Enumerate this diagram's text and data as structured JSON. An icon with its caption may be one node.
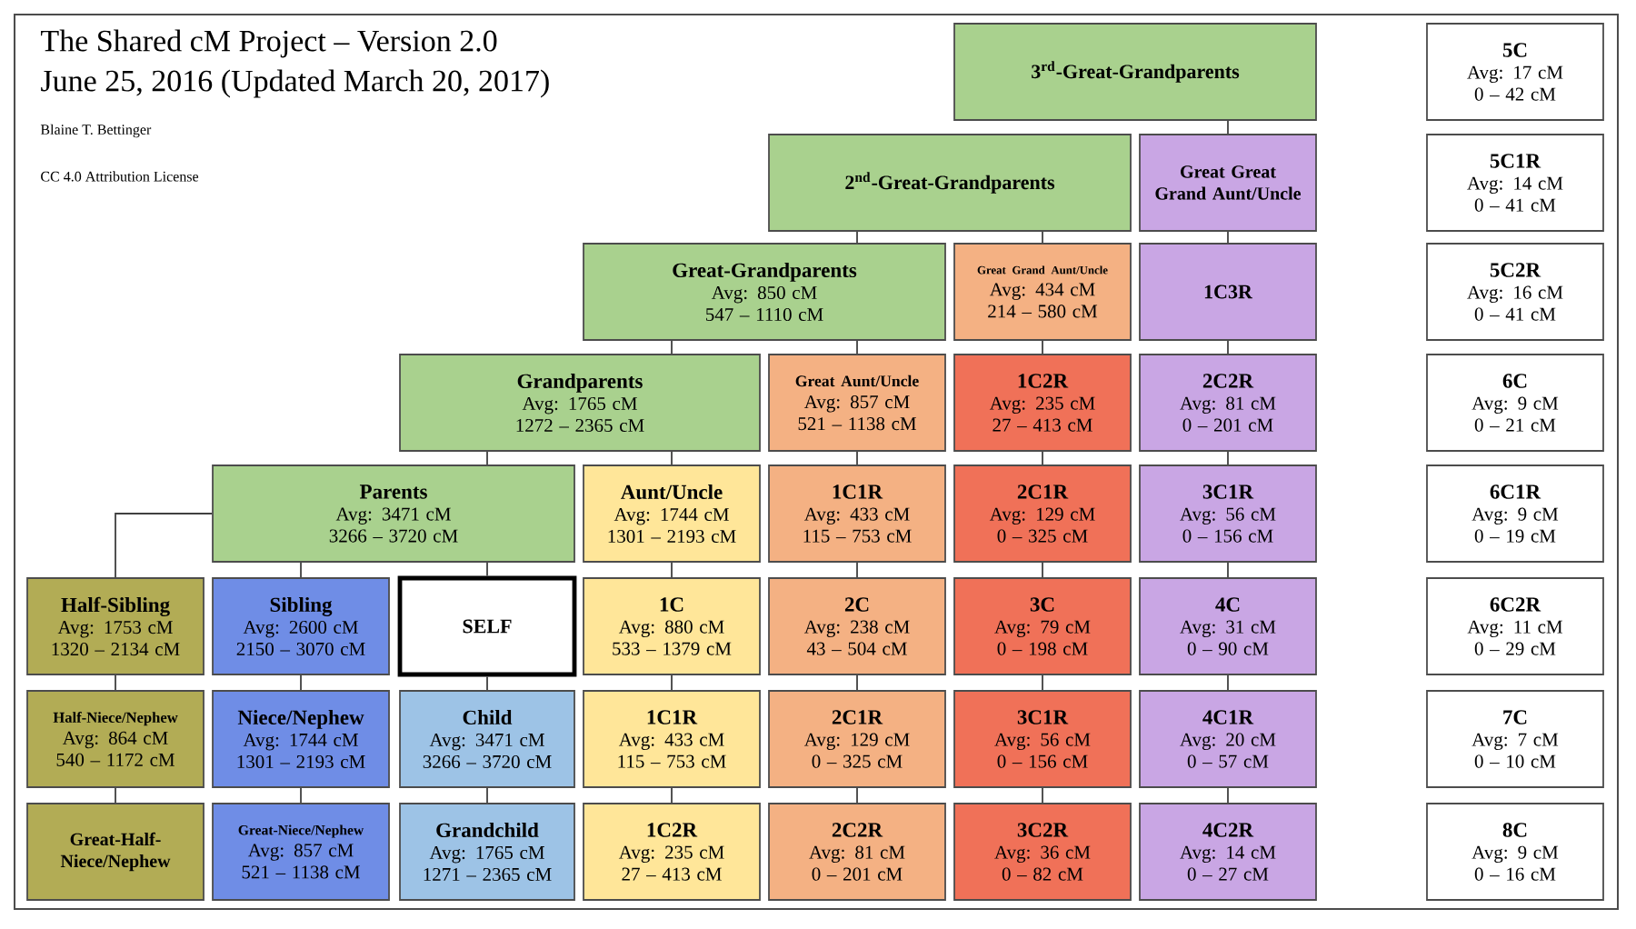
{
  "diagram": {
    "title": "The Shared cM Project – Version 2.0",
    "nodes": [
      {
        "text": [
          "3$^{rd}$-Great-Grandparents"
        ]
      },
      {
        "text": [
          "2$^{nd}$-Great-Grandparents"
        ]
      },
      {
        "text": [
          "Great Great Grand Aunt/Uncle"
        ]
      },
      {
        "text": [
          "Great-Grandparents",
          "Avg: 850 cM",
          "547 – 1110 cM"
        ]
      },
      {
        "text": [
          "Great Grand Aunt/Uncle",
          "Avg: 434 cM",
          "214 – 580 cM"
        ]
      },
      {
        "text": [
          "1C3R"
        ]
      },
      {
        "text": [
          "Grandparents",
          "Avg: 1765 cM",
          "1272 – 2365 cM"
        ]
      },
      {
        "text": [
          "Great Aunt/Uncle",
          "Avg: 857 cM",
          "521 – 1138 cM"
        ]
      },
      {
        "text": [
          "1C2R",
          "Avg: 235 cM",
          "27 – 413 cM"
        ]
      },
      {
        "text": [
          "2C2R",
          "Avg: 81 cM",
          "0 – 201 cM"
        ]
      },
      {
        "text": [
          "Parents",
          "Avg: 3471 cM",
          "3266 – 3720 cM"
        ]
      },
      {
        "text": [
          "Aunt/Uncle",
          "Avg: 1744 cM",
          "1301 – 2193 cM"
        ]
      },
      {
        "text": [
          "1C1R",
          "Avg: 433 cM",
          "115 – 753 cM"
        ]
      },
      {
        "text": [
          "2C1R",
          "Avg: 129 cM",
          "0 – 325 cM"
        ]
      },
      {
        "text": [
          "3C1R",
          "Avg: 56 cM",
          "0 – 156 cM"
        ]
      },
      {
        "text": [
          "Half-Sibling",
          "Avg: 1753 cM",
          "1320 – 2134 cM"
        ]
      },
      {
        "text": [
          "Sibling",
          "Avg: 2600 cM",
          "2150 – 3070 cM"
        ]
      },
      {
        "text": [
          "SELF"
        ]
      },
      {
        "text": [
          "1C",
          "Avg: 880 cM",
          "533 – 1379 cM"
        ]
      },
      {
        "text": [
          "2C",
          "Avg: 238 cM",
          "43 – 504 cM"
        ]
      },
      {
        "text": [
          "3C",
          "Avg: 79 cM",
          "0 – 198 cM"
        ]
      },
      {
        "text": [
          "4C",
          "Avg: 31 cM",
          "0 – 90 cM"
        ]
      },
      {
        "text": [
          "Half-Niece/Nephew",
          "Avg: 864 cM",
          "540 – 1172 cM"
        ]
      },
      {
        "text": [
          "Niece/Nephew",
          "Avg: 1744 cM",
          "1301 – 2193 cM"
        ]
      },
      {
        "text": [
          "Child",
          "Avg: 3471 cM",
          "3266 – 3720 cM"
        ]
      },
      {
        "text": [
          "1C1R",
          "Avg: 433 cM",
          "115 – 753 cM"
        ]
      },
      {
        "text": [
          "2C1R",
          "Avg: 129 cM",
          "0 – 325 cM"
        ]
      },
      {
        "text": [
          "3C1R",
          "Avg: 56 cM",
          "0 – 156 cM"
        ]
      },
      {
        "text": [
          "4C1R",
          "Avg: 20 cM",
          "0 – 57 cM"
        ]
      },
      {
        "text": [
          "Great-Half-Niece/Nephew"
        ]
      },
      {
        "text": [
          "Great-Niece/Nephew",
          "Avg: 857 cM",
          "521 – 1138 cM"
        ]
      },
      {
        "text": [
          "Grandchild",
          "Avg: 1765 cM",
          "1271 – 2365 cM"
        ]
      },
      {
        "text": [
          "1C2R",
          "Avg: 235 cM",
          "27 – 413 cM"
        ]
      },
      {
        "text": [
          "2C2R",
          "Avg: 81 cM",
          "0 – 201 cM"
        ]
      },
      {
        "text": [
          "3C2R",
          "Avg: 36 cM",
          "0 – 82 cM"
        ]
      },
      {
        "text": [
          "4C2R",
          "Avg: 14 cM",
          "0 – 27 cM"
        ]
      },
      {
        "text": [
          "5C",
          "Avg: 17 cM",
          "0 – 42 cM"
        ]
      },
      {
        "text": [
          "5C1R",
          "Avg: 14 cM",
          "0 – 41 cM"
        ]
      },
      {
        "text": [
          "5C2R",
          "Avg: 16 cM",
          "0 – 41 cM"
        ]
      },
      {
        "text": [
          "6C",
          "Avg: 9 cM",
          "0 – 21 cM"
        ]
      },
      {
        "text": [
          "6C1R",
          "Avg: 9 cM",
          "0 – 19 cM"
        ]
      },
      {
        "text": [
          "6C2R",
          "Avg: 11 cM",
          "0 – 29 cM"
        ]
      },
      {
        "text": [
          "7C",
          "Avg: 7 cM",
          "0 – 10 cM"
        ]
      },
      {
        "text": [
          "8C",
          "Avg: 9 cM",
          "0 – 16 cM"
        ]
      }
    ],
    "edges": [
      {
        "from": 0,
        "to": 2,
        "arrow": "none"
      },
      {
        "from": 1,
        "to": 3,
        "arrow": "none"
      },
      {
        "from": 1,
        "to": 4,
        "arrow": "none"
      },
      {
        "from": 2,
        "to": 5,
        "arrow": "none"
      },
      {
        "from": 3,
        "to": 6,
        "arrow": "none"
      },
      {
        "from": 3,
        "to": 7,
        "arrow": "none"
      },
      {
        "from": 4,
        "to": 8,
        "arrow": "none"
      },
      {
        "from": 5,
        "to": 9,
        "arrow": "none"
      },
      {
        "from": 6,
        "to": 10,
        "arrow": "none"
      },
      {
        "from": 6,
        "to": 11,
        "arrow": "none"
      },
      {
        "from": 7,
        "to": 12,
        "arrow": "none"
      },
      {
        "from": 8,
        "to": 13,
        "arrow": "none"
      },
      {
        "from": 9,
        "to": 14,
        "arrow": "none"
      },
      {
        "from": 10,
        "to": 15,
        "arrow": "none"
      },
      {
        "from": 10,
        "to": 16,
        "arrow": "none"
      },
      {
        "from": 10,
        "to": 17,
        "arrow": "none"
      },
      {
        "from": 11,
        "to": 18,
        "arrow": "none"
      },
      {
        "from": 12,
        "to": 19,
        "arrow": "none"
      },
      {
        "from": 13,
        "to": 20,
        "arrow": "none"
      },
      {
        "from": 14,
        "to": 21,
        "arrow": "none"
      },
      {
        "from": 15,
        "to": 22,
        "arrow": "none"
      },
      {
        "from": 16,
        "to": 23,
        "arrow": "none"
      },
      {
        "from": 17,
        "to": 24,
        "arrow": "none"
      },
      {
        "from": 18,
        "to": 25,
        "arrow": "none"
      },
      {
        "from": 19,
        "to": 26,
        "arrow": "none"
      },
      {
        "from": 20,
        "to": 27,
        "arrow": "none"
      },
      {
        "from": 21,
        "to": 28,
        "arrow": "none"
      },
      {
        "from": 22,
        "to": 29,
        "arrow": "none"
      },
      {
        "from": 23,
        "to": 30,
        "arrow": "none"
      },
      {
        "from": 24,
        "to": 31,
        "arrow": "none"
      },
      {
        "from": 25,
        "to": 32,
        "arrow": "none"
      },
      {
        "from": 26,
        "to": 33,
        "arrow": "none"
      },
      {
        "from": 27,
        "to": 34,
        "arrow": "none"
      },
      {
        "from": 28,
        "to": 35,
        "arrow": "none"
      }
    ],
    "labels": [
      "June 25, 2016 (Updated March 20, 2017)",
      "Blaine T. Bettinger",
      "CC 4.0 Attribution License"
    ]
  }
}
